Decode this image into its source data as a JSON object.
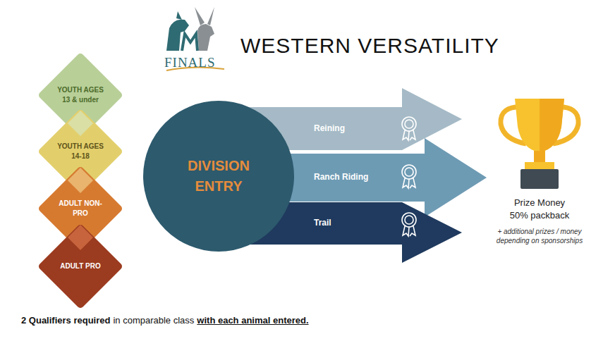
{
  "diagram": {
    "title": "WESTERN VERSATILITY",
    "nodes": [
      {
        "text": [
          "YOUTH AGES 13 & under"
        ]
      },
      {
        "text": [
          "YOUTH AGES 14-18"
        ]
      },
      {
        "text": [
          "ADULT NON-PRO"
        ]
      },
      {
        "text": [
          "ADULT PRO"
        ]
      },
      {
        "text": [
          "DIVISION ENTRY"
        ]
      },
      {
        "text": [
          "Reining"
        ]
      },
      {
        "text": [
          "Ranch Riding"
        ]
      },
      {
        "text": [
          "Trail"
        ]
      }
    ],
    "labels": [
      "FINALS",
      "Prize Money",
      "50% packback",
      "+ additional prizes / money depending on sponsorships",
      "2 Qualifiers required",
      "in comparable class",
      "with each animal entered."
    ]
  }
}
